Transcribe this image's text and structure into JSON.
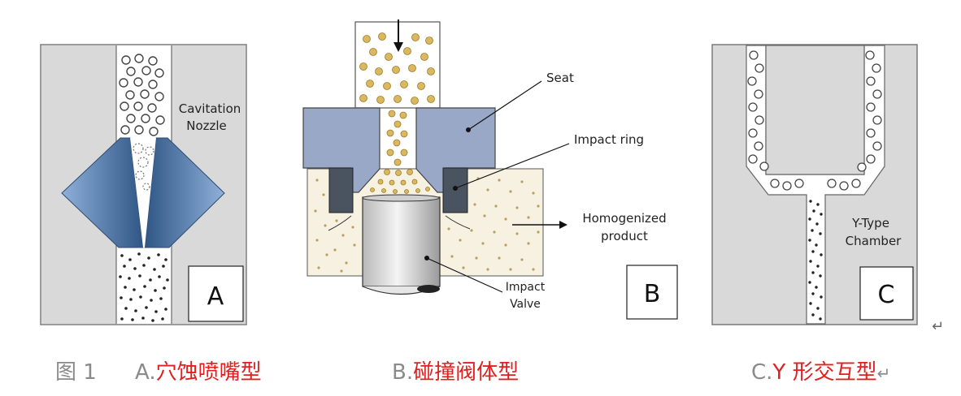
{
  "panel_a": {
    "label_line1": "Cavitation",
    "label_line2": "Nozzle",
    "letter": "A"
  },
  "panel_b": {
    "seat_label": "Seat",
    "impact_ring_label": "Impact ring",
    "homogenized_line1": "Homogenized",
    "homogenized_line2": "product",
    "impact_valve_line1": "Impact",
    "impact_valve_line2": "Valve",
    "letter": "B"
  },
  "panel_c": {
    "label_line1": "Y-Type",
    "label_line2": "Chamber",
    "letter": "C"
  },
  "captions": {
    "figure_label": "图 1",
    "a_prefix": "A.",
    "a_text": "穴蚀喷嘴型",
    "b_prefix": "B.",
    "b_text": "碰撞阀体型",
    "c_prefix": "C.",
    "c_text": "Y 形交互型",
    "paragraph_mark": "↵"
  },
  "colors": {
    "wall_grey": "#d9d9d9",
    "nozzle_blue": "#5f86b8",
    "seat_blue": "#9aa8c8",
    "ring_dark": "#4a5460",
    "particle_gold": "#d9b860",
    "caption_red": "#e02020",
    "caption_grey": "#8a8a8a"
  }
}
